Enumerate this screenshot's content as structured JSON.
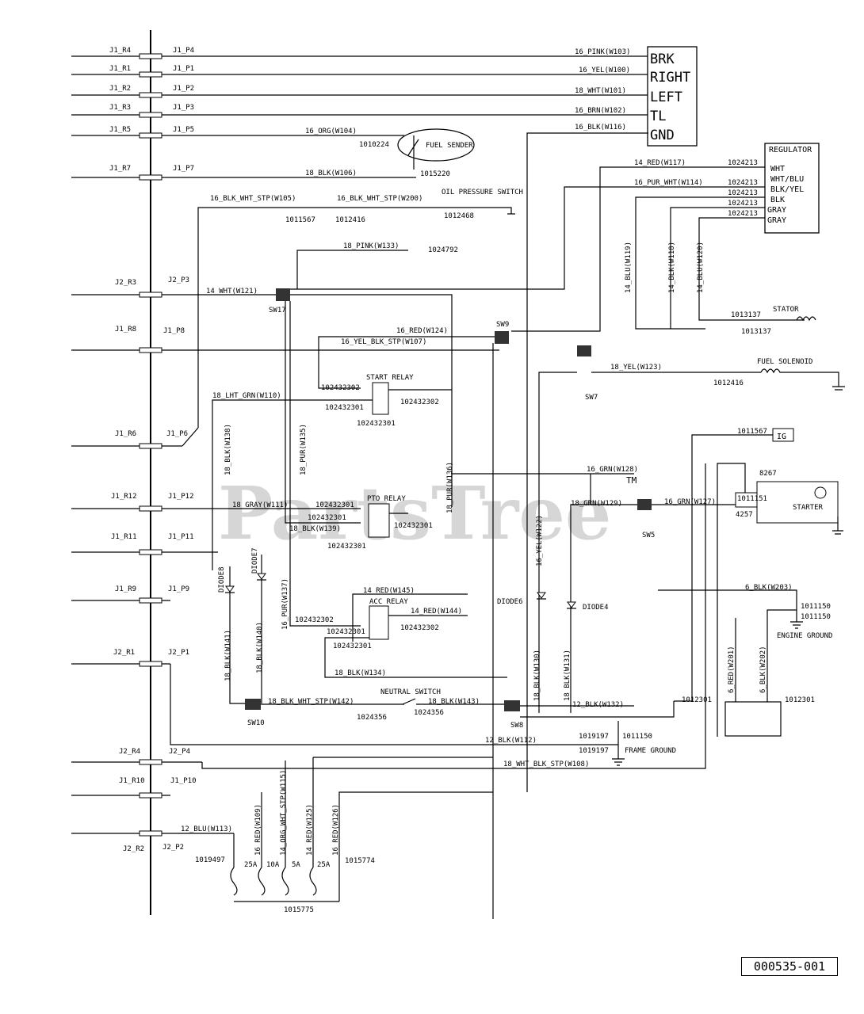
{
  "watermark": "PartsTree",
  "watermark_tm": "TM",
  "figure_number": "000535-001",
  "connectors_left": [
    {
      "r": "J1_R4",
      "p": "J1_P4"
    },
    {
      "r": "J1_R1",
      "p": "J1_P1"
    },
    {
      "r": "J1_R2",
      "p": "J1_P2"
    },
    {
      "r": "J1_R3",
      "p": "J1_P3"
    },
    {
      "r": "J1_R5",
      "p": "J1_P5"
    },
    {
      "r": "J1_R7",
      "p": "J1_P7"
    },
    {
      "r": "J2_R3",
      "p": "J2_P3"
    },
    {
      "r": "J1_R8",
      "p": "J1_P8"
    },
    {
      "r": "J1_R6",
      "p": "J1_P6"
    },
    {
      "r": "J1_R12",
      "p": "J1_P12"
    },
    {
      "r": "J1_R11",
      "p": "J1_P11"
    },
    {
      "r": "J1_R9",
      "p": "J1_P9"
    },
    {
      "r": "J2_R1",
      "p": "J2_P1"
    },
    {
      "r": "J2_R4",
      "p": "J2_P4"
    },
    {
      "r": "J1_R10",
      "p": "J1_P10"
    },
    {
      "r": "J2_R2",
      "p": "J2_P2"
    }
  ],
  "switch_block": [
    "BRK",
    "RIGHT",
    "LEFT",
    "TL",
    "GND"
  ],
  "switch_wires": [
    "16_PINK(W103)",
    "16_YEL(W100)",
    "18_WHT(W101)",
    "16_BRN(W102)",
    "16_BLK(W116)"
  ],
  "regulator": {
    "title": "REGULATOR",
    "pins": [
      "WHT",
      "WHT/BLU",
      "BLK/YEL",
      "BLK",
      "GRAY",
      "GRAY"
    ],
    "part_refs": [
      "1024213",
      "1024213",
      "1024213",
      "1024213",
      "1024213"
    ]
  },
  "wires": {
    "w104": "16_ORG(W104)",
    "w106": "18_BLK(W106)",
    "w105": "16_BLK_WHT_STP(W105)",
    "w200": "16_BLK_WHT_STP(W200)",
    "w117": "14_RED(W117)",
    "w114": "16_PUR_WHT(W114)",
    "w119": "14_BLU(W119)",
    "w118": "14_BLK(W118)",
    "w120": "14_BLU(W120)",
    "w133": "18_PINK(W133)",
    "w121": "14_WHT(W121)",
    "w124": "16_RED(W124)",
    "w107": "16_YEL_BLK_STP(W107)",
    "w123": "18_YEL(W123)",
    "w110": "18_LHT_GRN(W110)",
    "w138": "18_BLK(W138)",
    "w135": "18_PUR(W135)",
    "w136": "18_PUR(W136)",
    "w128": "16_GRN(W128)",
    "w111": "18_GRAY(W111)",
    "w139": "18_BLK(W139)",
    "w129": "18_GRN(W129)",
    "w127": "16_GRN(W127)",
    "w122": "16_YEL(W122)",
    "w137": "16_PUR(W137)",
    "w145": "14_RED(W145)",
    "w144": "14_RED(W144)",
    "w203": "6_BLK(W203)",
    "w141": "18_BLK(W141)",
    "w140": "18_BLK(W140)",
    "w130": "18_BLK(W130)",
    "w131": "18_BLK(W131)",
    "w134": "18_BLK(W134)",
    "w201": "6_RED(W201)",
    "w202": "6_BLK(W202)",
    "w142": "18_BLK_WHT_STP(W142)",
    "w143": "18_BLK(W143)",
    "w132": "12_BLK(W132)",
    "w112": "12_BLK(W112)",
    "w108": "18_WHT_BLK_STP(W108)",
    "w115": "14_ORG_WHT_STP(W115)",
    "w109": "16_RED(W109)",
    "w125": "14_RED(W125)",
    "w126": "16_RED(W126)",
    "w113": "12_BLU(W113)"
  },
  "components": {
    "fuel_sender": "FUEL SENDER",
    "oil_pressure_switch": "OIL PRESSURE SWITCH",
    "stator": "STATOR",
    "fuel_solenoid": "FUEL SOLENOID",
    "start_relay": "START RELAY",
    "pto_relay": "PTO RELAY",
    "acc_relay": "ACC RELAY",
    "neutral_switch": "NEUTRAL SWITCH",
    "starter": "STARTER",
    "ig": "IG",
    "engine_ground": "ENGINE GROUND",
    "frame_ground": "FRAME GROUND",
    "diode8": "DIODE8",
    "diode7": "DIODE7",
    "diode6": "DIODE6",
    "diode4": "DIODE4",
    "sw17": "SW17",
    "sw9": "SW9",
    "sw7": "SW7",
    "sw5": "SW5",
    "sw10": "SW10",
    "sw8": "SW8",
    "num8267": "8267",
    "num4257": "4257"
  },
  "part_numbers": {
    "p1010224": "1010224",
    "p1015220": "1015220",
    "p1011567a": "1011567",
    "p1012416a": "1012416",
    "p1012468": "1012468",
    "p1024792": "1024792",
    "p1013137a": "1013137",
    "p1013137b": "1013137",
    "p1012416b": "1012416",
    "p1011567b": "1011567",
    "p1011151": "1011151",
    "sr1": "102432302",
    "sr2": "102432301",
    "sr3": "102432302",
    "sr4": "102432301",
    "pr1": "102432301",
    "pr2": "102432301",
    "pr3": "102432301",
    "pr4": "102432301",
    "ar1": "102432302",
    "ar2": "102432301",
    "ar3": "102432302",
    "ar4": "102432301",
    "p1011150a": "1011150",
    "p1011150b": "1011150",
    "p1012301a": "1012301",
    "p1012301b": "1012301",
    "p1024356a": "1024356",
    "p1024356b": "1024356",
    "p1019197a": "1019197",
    "p1011150c": "1011150",
    "p1019197b": "1019197",
    "p1019497": "1019497",
    "p1015774": "1015774",
    "p1015775": "1015775"
  },
  "fuses": [
    "25A",
    "10A",
    "5A",
    "25A"
  ]
}
